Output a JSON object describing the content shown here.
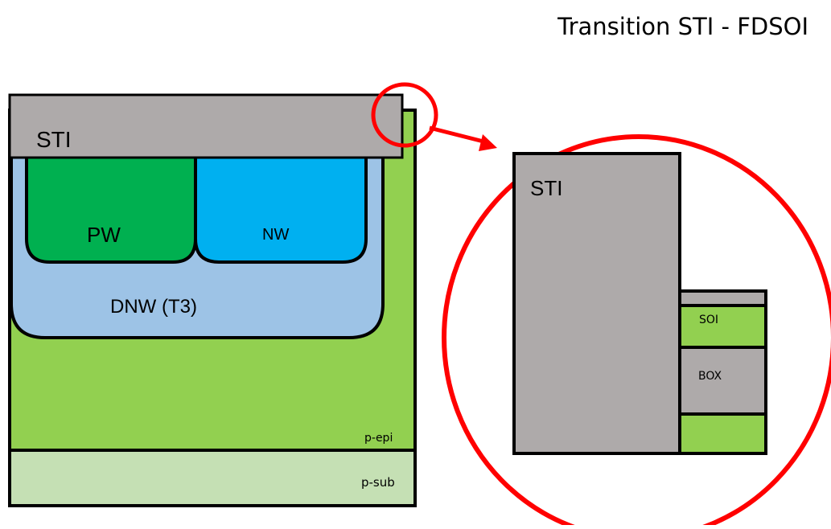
{
  "title": "Transition STI - FDSOI",
  "cross_section": {
    "sti_label": "STI",
    "pw_label": "PW",
    "nw_label": "NW",
    "dnw_label": "DNW (T3)",
    "p_epi_label": "p-epi",
    "p_sub_label": "p-sub"
  },
  "zoom": {
    "sti_label": "STI",
    "soi_label": "SOI",
    "box_label": "BOX"
  },
  "colors": {
    "sti": "#aeaaaa",
    "p_epi": "#92d050",
    "p_sub": "#c5e0b4",
    "dnw": "#9dc3e6",
    "pw": "#00b050",
    "nw": "#00b0f0",
    "callout": "#ff0000",
    "outline": "#000000"
  }
}
